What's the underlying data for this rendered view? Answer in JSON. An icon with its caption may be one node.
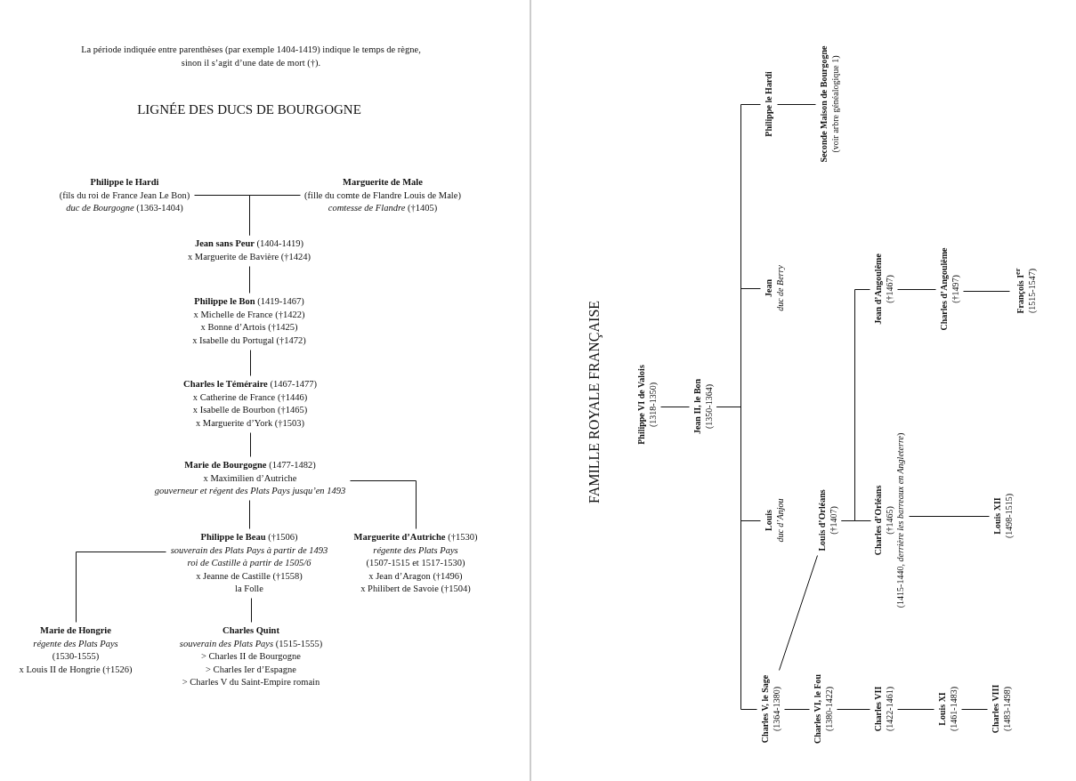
{
  "diagram": {
    "title": "LIGNÉE DES DUCS DE BOURGOGNE",
    "nodes": [
      {
        "text": [
          "Philippe le Hardi",
          "(fils du roi de France Jean Le Bon)",
          "*duc de Bourgogne* (1363-1404)"
        ]
      },
      {
        "text": [
          "Marguerite de Male",
          "(fille du comte de Flandre Louis de Male)",
          "*comtesse de Flandre* (†1405)"
        ]
      },
      {
        "text": [
          "**Jean sans Peur** (1404-1419)",
          "x Marguerite de Bavière (†1424)"
        ]
      },
      {
        "text": [
          "**Philippe le Bon** (1419-1467)",
          "x Michelle de France (†1422)",
          "x Bonne d’Artois (†1425)",
          "x Isabelle du Portugal (†1472)"
        ]
      },
      {
        "text": [
          "**Charles le Téméraire** (1467-1477)",
          "x Catherine de France (†1446)",
          "x Isabelle de Bourbon (†1465)",
          "x Marguerite d’York (†1503)"
        ]
      },
      {
        "text": [
          "**Marie de Bourgogne** (1477-1482)",
          "x Maximilien d’Autriche",
          "gouverneur et régent des Plats Pays jusqu’en 1493"
        ]
      },
      {
        "text": [
          "**Philippe le Beau** (†1506)",
          "souverain des Plats Pays à partir de 1493",
          "roi de Castille à partir de 1505/6",
          "x Jeanne de Castille (†1558)",
          "la Folle"
        ]
      },
      {
        "text": [
          "**Marguerite d’Autriche** (†1530)",
          "régente des Plats Pays",
          "(1507-1515 et 1517-1530)",
          "x Jean d’Aragon (†1496)",
          "x Philibert de Savoie (†1504)"
        ]
      },
      {
        "text": [
          "Marie de Hongrie",
          "régente des Plats Pays",
          "(1530-1555)",
          "x Louis II de Hongrie (†1526)"
        ]
      },
      {
        "text": [
          "Charles Quint",
          "*souverain des Plats Pays* (1515-1555)",
          "> Charles II de Bourgogne",
          "> Charles Ier d’Espagne",
          "> Charles V du Saint-Empire romain"
        ]
      },
      {
        "text": [
          "Philippe VI de Valois",
          "(1318-1350)"
        ]
      },
      {
        "text": [
          "Jean II, le Bon",
          "(1350-1364)"
        ]
      },
      {
        "text": [
          "Philippe le Hardi"
        ]
      },
      {
        "text": [
          "Seconde Maison de Bourgogne",
          "(voir arbre généalogique 1)"
        ]
      },
      {
        "text": [
          "Jean",
          "duc de Berry"
        ]
      },
      {
        "text": [
          "Louis",
          "duc d’Anjou"
        ]
      },
      {
        "text": [
          "Charles V, le Sage",
          "(1364-1380)"
        ]
      },
      {
        "text": [
          "Louis d’Orléans",
          "(†1407)"
        ]
      },
      {
        "text": [
          "Jean d’Angoulême",
          "(†1467)"
        ]
      },
      {
        "text": [
          "Charles d’Angoulême",
          "(†1497)"
        ]
      },
      {
        "text": [
          "François I$^{er}$",
          "(1515-1547)"
        ]
      },
      {
        "text": [
          "Charles d’Orléans",
          "(†1465)",
          "(1415-1440, *derrière les barreaux en Angleterre*)"
        ]
      },
      {
        "text": [
          "Louis XII",
          "(1498-1515)"
        ]
      },
      {
        "text": [
          "Charles VI, le Fou",
          "(1380-1422)"
        ]
      },
      {
        "text": [
          "Charles VII",
          "(1422-1461)"
        ]
      },
      {
        "text": [
          "Louis XI",
          "(1461-1483)"
        ]
      },
      {
        "text": [
          "Charles VIII",
          "(1483-1498)"
        ]
      }
    ],
    "edges": [
      {
        "from": 0,
        "to": 2,
        "arrow": "none"
      },
      {
        "from": 1,
        "to": 2,
        "arrow": "none"
      },
      {
        "from": 2,
        "to": 3,
        "arrow": "none"
      },
      {
        "from": 3,
        "to": 4,
        "arrow": "none"
      },
      {
        "from": 4,
        "to": 5,
        "arrow": "none"
      },
      {
        "from": 5,
        "to": 6,
        "arrow": "none"
      },
      {
        "from": 5,
        "to": 7,
        "arrow": "none"
      },
      {
        "from": 6,
        "to": 8,
        "arrow": "none"
      },
      {
        "from": 6,
        "to": 9,
        "arrow": "none"
      },
      {
        "from": 10,
        "to": 11,
        "arrow": "none"
      },
      {
        "from": 11,
        "to": 12,
        "arrow": "none"
      },
      {
        "from": 11,
        "to": 14,
        "arrow": "none"
      },
      {
        "from": 11,
        "to": 15,
        "arrow": "none"
      },
      {
        "from": 11,
        "to": 16,
        "arrow": "none"
      },
      {
        "from": 12,
        "to": 13,
        "arrow": "none"
      },
      {
        "from": 16,
        "to": 17,
        "arrow": "none"
      },
      {
        "from": 17,
        "to": 18,
        "arrow": "none"
      },
      {
        "from": 17,
        "to": 21,
        "arrow": "none"
      },
      {
        "from": 18,
        "to": 19,
        "arrow": "none"
      },
      {
        "from": 19,
        "to": 20,
        "arrow": "none"
      },
      {
        "from": 21,
        "to": 22,
        "arrow": "none"
      },
      {
        "from": 16,
        "to": 23,
        "arrow": "none"
      },
      {
        "from": 23,
        "to": 24,
        "arrow": "none"
      },
      {
        "from": 24,
        "to": 25,
        "arrow": "none"
      },
      {
        "from": 25,
        "to": 26,
        "arrow": "none"
      }
    ],
    "labels": [
      "La période indiquée entre parenthèses (par exemple 1404-1419) indique le temps de règne, sinon il s’agit d’une date de mort (†).",
      "FAMILLE ROYALE FRANÇAISE"
    ]
  }
}
